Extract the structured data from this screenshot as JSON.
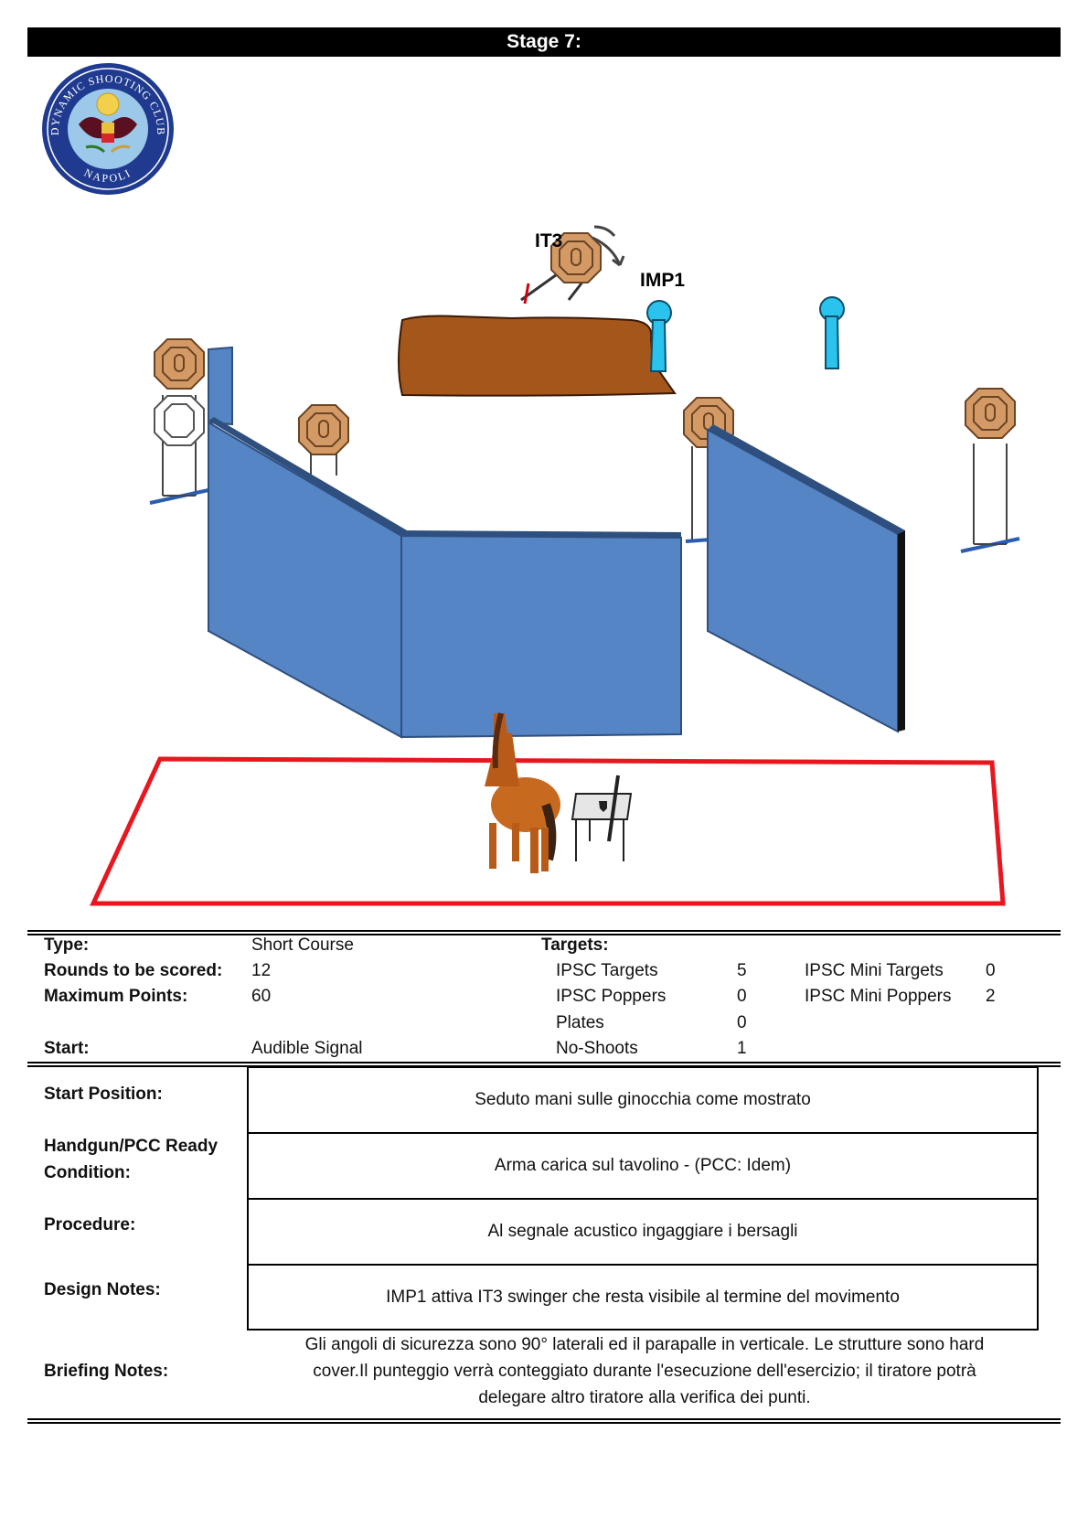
{
  "header": {
    "title": "Stage 7:"
  },
  "logo": {
    "text_top": "DYNAMIC SHOOTING CLUB",
    "text_bottom": "NAPOLI"
  },
  "diagram": {
    "labels": {
      "it3": "IT3",
      "imp1": "IMP1"
    },
    "colors": {
      "wall": "#5585c5",
      "wall_dark": "#2f4f7f",
      "berm": "#a5561a",
      "target": "#d49a66",
      "popper": "#29c3ee",
      "fault_line": "#e8171f"
    }
  },
  "info": {
    "type_label": "Type:",
    "type_value": "Short Course",
    "rounds_label": "Rounds to be scored:",
    "rounds_value": "12",
    "max_label": "Maximum Points:",
    "max_value": "60",
    "start_label": "Start:",
    "start_value": "Audible Signal",
    "targets_label": "Targets:",
    "targets": [
      {
        "name": "IPSC Targets",
        "count": "5"
      },
      {
        "name": "IPSC Poppers",
        "count": "0"
      },
      {
        "name": "Plates",
        "count": "0"
      },
      {
        "name": "No-Shoots",
        "count": "1"
      }
    ],
    "mini_targets": [
      {
        "name": "IPSC Mini Targets",
        "count": "0"
      },
      {
        "name": "IPSC Mini Poppers",
        "count": "2"
      }
    ]
  },
  "details": {
    "start_position_label": "Start Position:",
    "start_position_value": "Seduto mani sulle ginocchia come mostrato",
    "ready_label_1": "Handgun/PCC Ready",
    "ready_label_2": "Condition:",
    "ready_value": "Arma carica sul tavolino - (PCC: Idem)",
    "procedure_label": "Procedure:",
    "procedure_value": "Al segnale acustico ingaggiare i bersagli",
    "design_label": "Design Notes:",
    "design_value": "IMP1  attiva IT3 swinger che resta visibile al termine del movimento",
    "briefing_label": "Briefing Notes:",
    "briefing_line_1": "Gli angoli di sicurezza sono 90° laterali ed il parapalle in verticale. Le strutture sono hard",
    "briefing_line_2": "cover.Il punteggio verrà conteggiato durante l'esecuzione dell'esercizio; il tiratore potrà",
    "briefing_line_3": "delegare altro tiratore alla verifica  dei punti."
  }
}
